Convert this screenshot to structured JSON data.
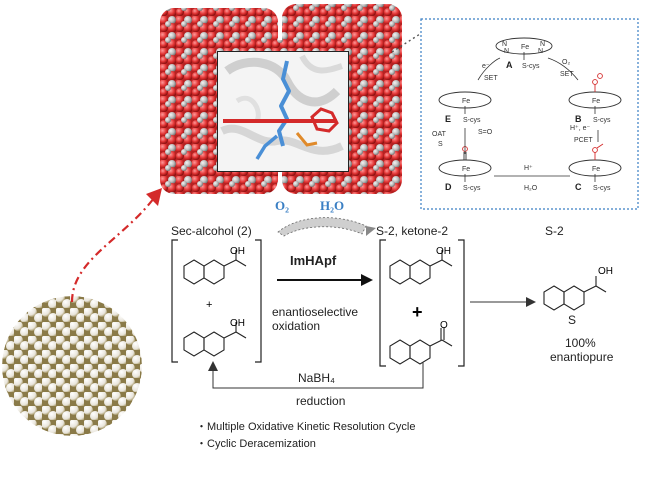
{
  "gases": {
    "o2": "O₂",
    "h2o": "H₂O"
  },
  "labels": {
    "sec_alcohol": "Sec-alcohol (2)",
    "s2_ketone": "S-2, ketone-2",
    "s2": "S-2",
    "enzyme": "ImHApf",
    "enantio_line1": "enantioselective",
    "enantio_line2": "oxidation",
    "plus_small": "+",
    "plus_big": "+",
    "nabh4": "NaBH₄",
    "reduction": "reduction",
    "product_label": "S",
    "yield_line1": "100%",
    "yield_line2": "enantiopure",
    "oh": "OH",
    "o": "O"
  },
  "notes": [
    "・Multiple Oxidative Kinetic Resolution Cycle",
    "・Cyclic Deracemization"
  ],
  "catalytic_cycle": {
    "states": [
      "A",
      "B",
      "C",
      "D",
      "E"
    ],
    "fe_labels": {
      "a": "Fe",
      "b": "Fe",
      "c": "Fe",
      "d": "Fe",
      "e": "Fe"
    },
    "cys": "S-cys",
    "steps": {
      "set1": "SET",
      "set2": "SET",
      "pcet": "PCET",
      "oat": "OAT",
      "e_minus": "e⁻",
      "o2": "O₂",
      "h_plus_e": "H⁺, e⁻",
      "h_plus": "H⁺",
      "h2o": "H₂O",
      "s_eq_o": "S=O",
      "s": "S"
    }
  },
  "colors": {
    "accent_red": "#d42a2a",
    "accent_blue": "#3a7fc4",
    "dotted_border": "#3a7fc4"
  }
}
